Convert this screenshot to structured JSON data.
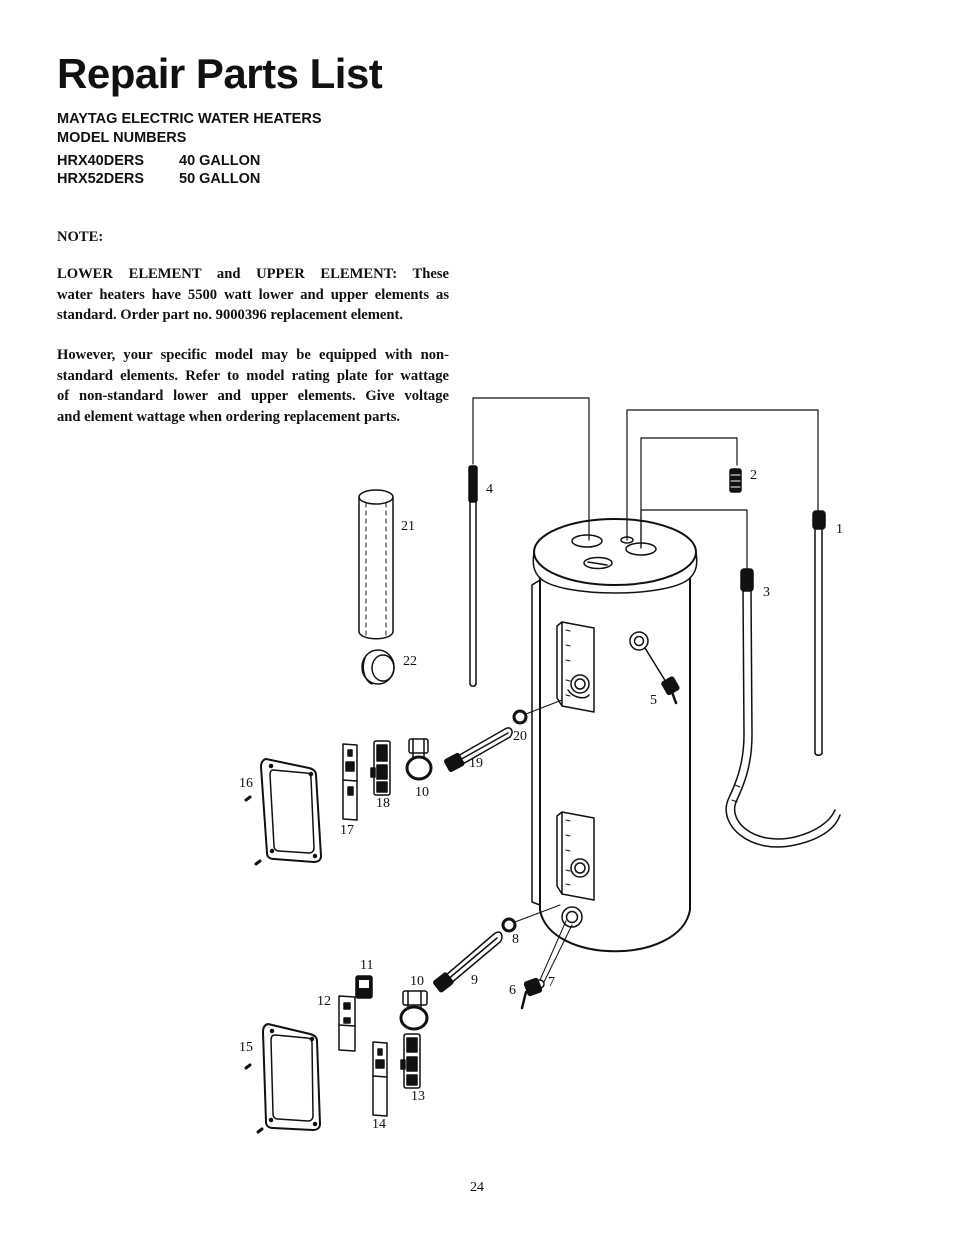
{
  "title": "Repair Parts List",
  "brand_line": "MAYTAG ELECTRIC WATER HEATERS",
  "model_numbers_label": "MODEL NUMBERS",
  "models": [
    {
      "model": "HRX40DERS",
      "capacity": "40 GALLON"
    },
    {
      "model": "HRX52DERS",
      "capacity": "50 GALLON"
    }
  ],
  "note": {
    "label": "NOTE:",
    "paragraph1": [
      "LOWER ELEMENT and UPPER ELEMENT: These",
      "water heaters have 5500 watt lower and upper elements as",
      "standard. Order part no. 9000396 replacement element."
    ],
    "paragraph2": [
      "However, your specific model may be equipped with non-",
      "standard elements. Refer to model rating plate for wattage",
      "of non-standard  lower and upper elements. Give voltage",
      "and element wattage when ordering replacement parts."
    ]
  },
  "callouts": [
    "1",
    "2",
    "3",
    "4",
    "5",
    "6",
    "7",
    "8",
    "9",
    "10",
    "10",
    "11",
    "12",
    "13",
    "14",
    "15",
    "16",
    "17",
    "18",
    "19",
    "20",
    "21",
    "22"
  ],
  "page_number": "24"
}
